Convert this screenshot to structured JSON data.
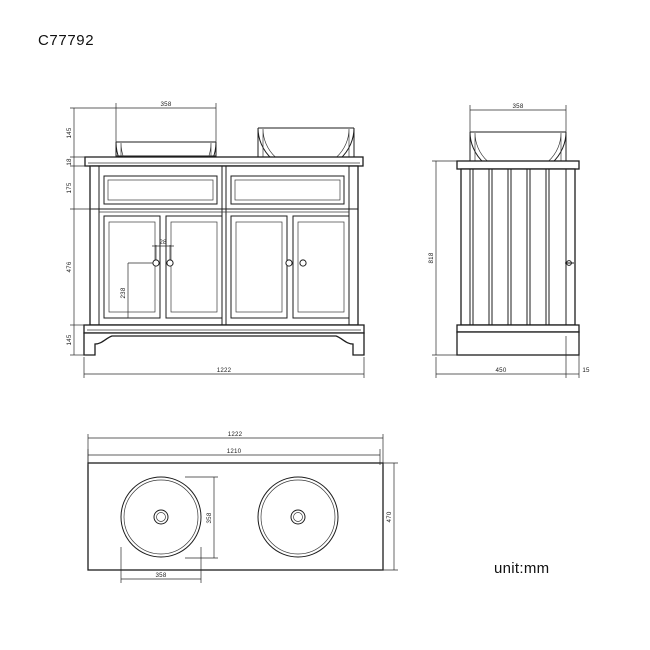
{
  "drawing": {
    "title": "C77792",
    "unit_label": "unit:mm",
    "type": "orthographic technical drawing",
    "product": "double basin vanity unit"
  },
  "views": {
    "front_elevation": {
      "name": "front-elevation-view",
      "dimensions": {
        "basin_width": "358",
        "basin_height": "145",
        "countertop_thickness": "18",
        "drawer_height": "175",
        "door_height": "476",
        "plinth_height": "145",
        "overall_width": "1222",
        "knob_offset": "28",
        "knob_from_bottom": "238"
      },
      "features": {
        "basin_count": 2,
        "drawer_count": 2,
        "door_count": 4,
        "knob_count": 4
      }
    },
    "side_elevation": {
      "name": "side-elevation-view",
      "dimensions": {
        "basin_width": "358",
        "overall_height": "818",
        "depth": "450",
        "overhang": "15"
      },
      "features": {
        "slat_count": 5
      }
    },
    "plan": {
      "name": "plan-view",
      "dimensions": {
        "overall_width": "1222",
        "top_width": "1210",
        "basin_diameter_y": "358",
        "depth": "470",
        "basin_diameter_x": "358"
      },
      "features": {
        "basin_count": 2
      }
    }
  },
  "colors": {
    "line": "#1d1d1d",
    "background": "#ffffff",
    "text": "#111111"
  }
}
